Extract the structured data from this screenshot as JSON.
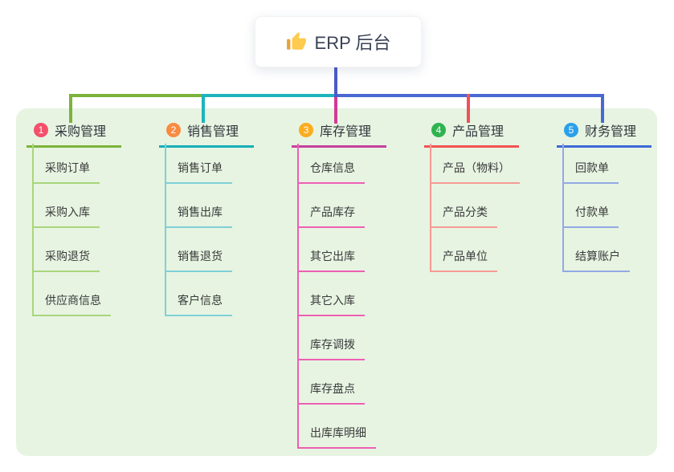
{
  "root": {
    "label": "ERP 后台",
    "icon": "thumbs-up-icon",
    "card_bg": "#ffffff",
    "text_color": "#3A4254"
  },
  "theme": {
    "page_bg": "#ffffff",
    "panel_bg": "#E7F4E2",
    "trunk_color": "#4A5BC9"
  },
  "branches": [
    {
      "index": "1",
      "title": "采购管理",
      "color": "#7CB33A",
      "light_color": "#A9D57C",
      "badge_color": "#F4506C",
      "items": [
        "采购订单",
        "采购入库",
        "采购退货",
        "供应商信息"
      ]
    },
    {
      "index": "2",
      "title": "销售管理",
      "color": "#17AFB8",
      "light_color": "#7FD0D6",
      "badge_color": "#F98B41",
      "items": [
        "销售订单",
        "销售出库",
        "销售退货",
        "客户信息"
      ]
    },
    {
      "index": "3",
      "title": "库存管理",
      "color": "#C6409E",
      "light_color": "#EE5FB4",
      "badge_color": "#FBAC1F",
      "items": [
        "仓库信息",
        "产品库存",
        "其它出库",
        "其它入库",
        "库存调拨",
        "库存盘点",
        "出库库明细"
      ]
    },
    {
      "index": "4",
      "title": "产品管理",
      "color": "#F25252",
      "light_color": "#F59B93",
      "badge_color": "#2FB34F",
      "items": [
        "产品（物料）",
        "产品分类",
        "产品单位"
      ]
    },
    {
      "index": "5",
      "title": "财务管理",
      "color": "#3E68D6",
      "light_color": "#93A9E4",
      "badge_color": "#2BA0EA",
      "items": [
        "回款单",
        "付款单",
        "结算账户"
      ]
    }
  ]
}
